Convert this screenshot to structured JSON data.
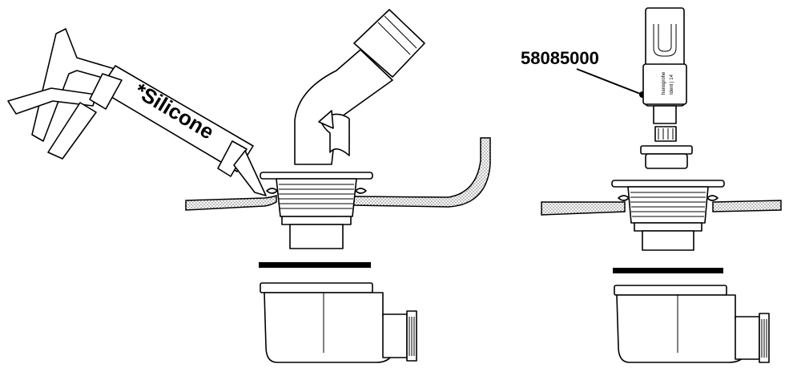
{
  "left_panel": {
    "cartridge_label": "*Silicone"
  },
  "right_panel": {
    "part_number": "58085000",
    "cartridge_text": [
      "hansgrohe",
      "Ident | 14"
    ]
  },
  "colors": {
    "ink": "#000000",
    "paper": "#ffffff"
  }
}
